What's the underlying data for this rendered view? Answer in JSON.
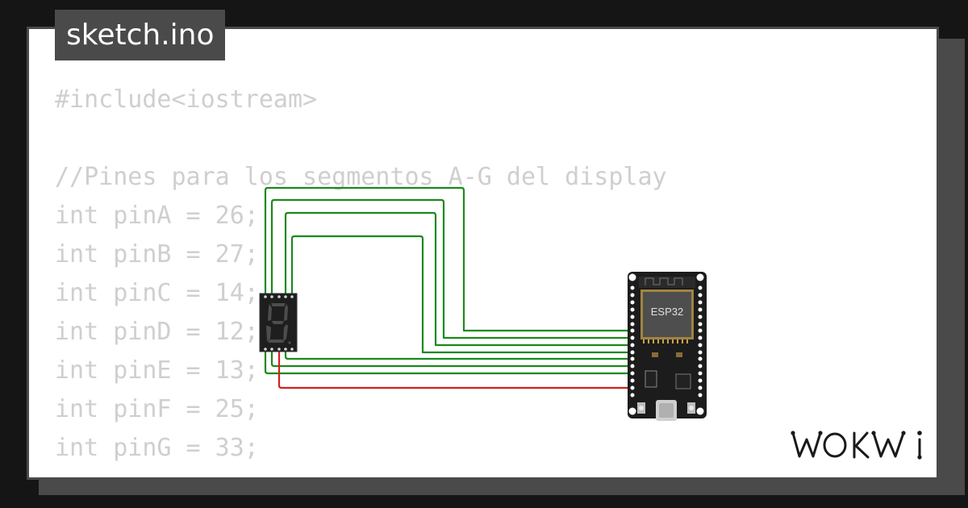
{
  "file_tab": {
    "label": "sketch.ino"
  },
  "code": {
    "lines": [
      "#include<iostream>",
      "",
      "//Pines para los segmentos A-G del display",
      "int pinA = 26;",
      "int pinB = 27;",
      "int pinC = 14;",
      "int pinD = 12;",
      "int pinE = 13;",
      "int pinF = 25;",
      "int pinG = 33;"
    ]
  },
  "circuit": {
    "board_label": "ESP32",
    "display_digit": "8",
    "wire_colors": {
      "segment": "#1a8a1a",
      "common": "#d42020"
    }
  },
  "branding": {
    "logo_text": "WOKWi",
    "logo_icon": "wokwi-logo"
  },
  "colors": {
    "background": "#151515",
    "card": "#ffffff",
    "frame": "#4a4a4a",
    "code_text": "#cfcfcf"
  }
}
